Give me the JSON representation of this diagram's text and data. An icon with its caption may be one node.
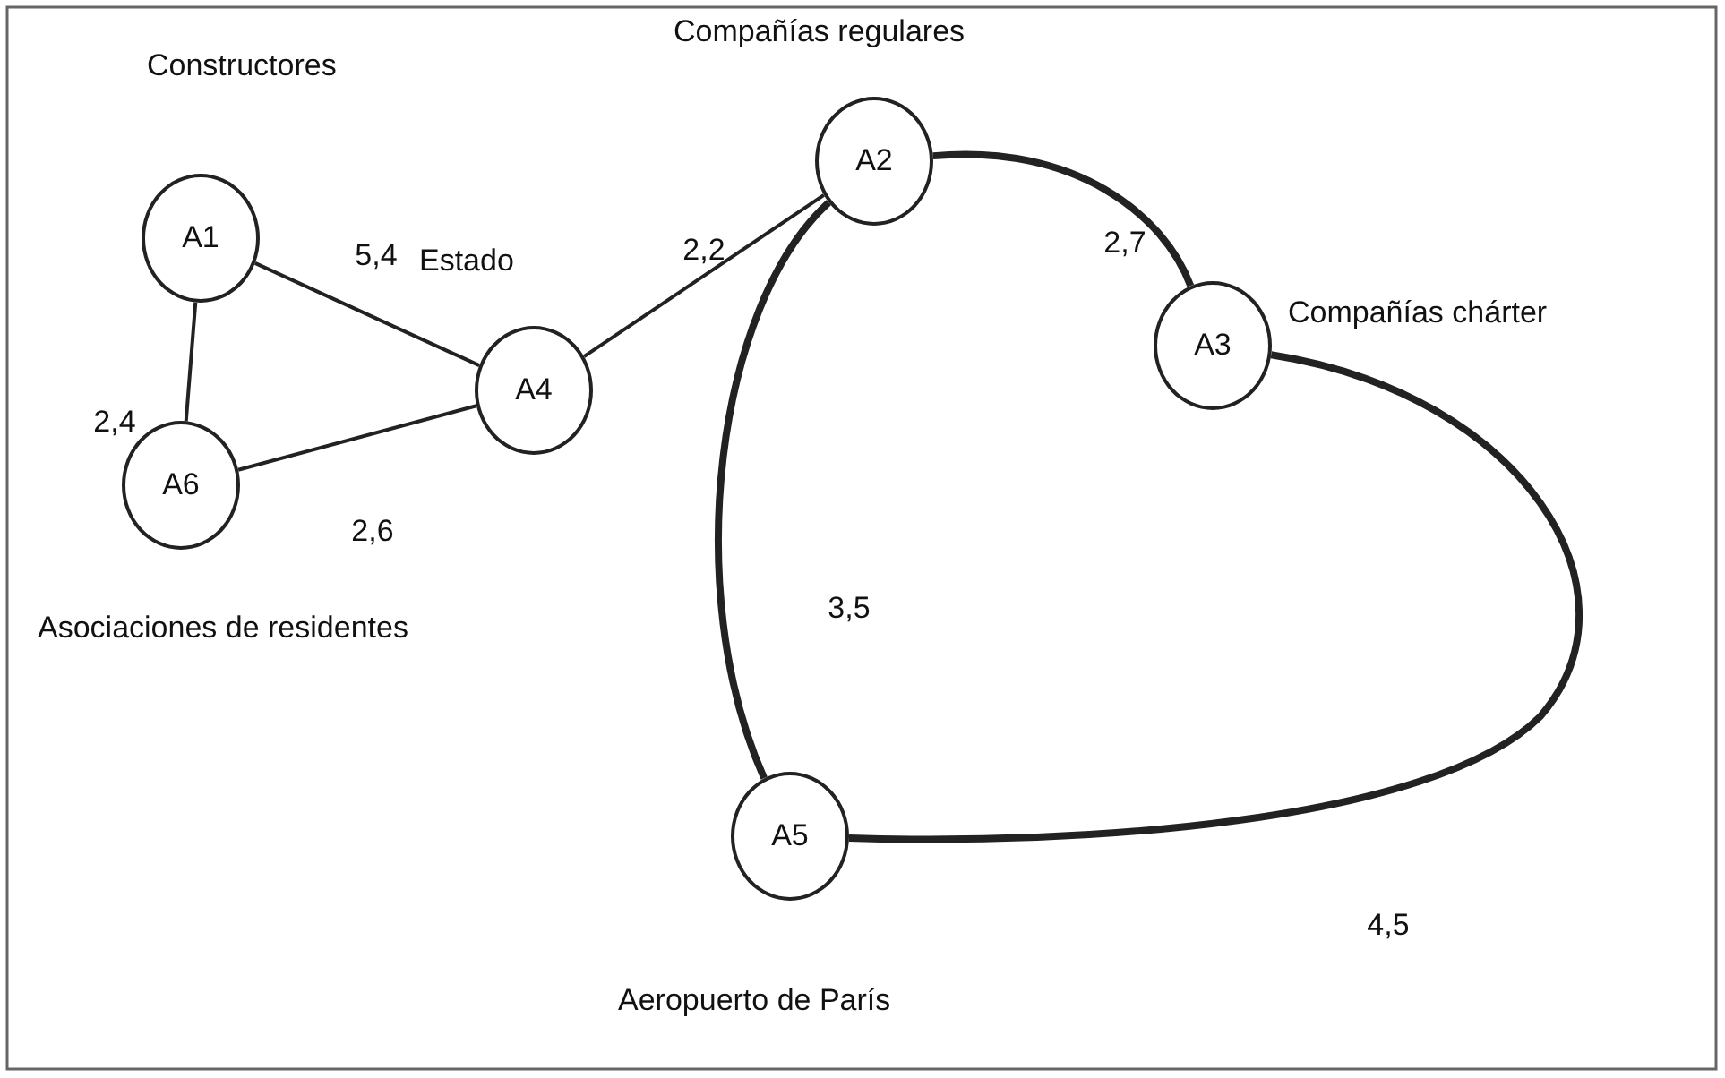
{
  "diagram": {
    "nodes": [
      {
        "text": [
          "A1"
        ],
        "beside": [
          "Constructores"
        ]
      },
      {
        "text": [
          "A2"
        ],
        "beside": [
          "Compañías regulares"
        ]
      },
      {
        "text": [
          "A3"
        ],
        "beside": [
          "Compañías chárter"
        ]
      },
      {
        "text": [
          "A4"
        ],
        "beside": [
          "Estado"
        ]
      },
      {
        "text": [
          "A5"
        ],
        "beside": [
          "Aeropuerto de París"
        ]
      },
      {
        "text": [
          "A6"
        ],
        "beside": [
          "Asociaciones de residentes"
        ]
      }
    ],
    "edges": [
      {
        "from": 0,
        "to": 3,
        "arrow": "none",
        "label": "5,4"
      },
      {
        "from": 0,
        "to": 5,
        "arrow": "none",
        "label": "2,4"
      },
      {
        "from": 5,
        "to": 3,
        "arrow": "none",
        "label": "2,6"
      },
      {
        "from": 3,
        "to": 1,
        "arrow": "none",
        "label": "2,2"
      },
      {
        "from": 1,
        "to": 2,
        "arrow": "none",
        "label": "2,7",
        "style": "thick"
      },
      {
        "from": 1,
        "to": 4,
        "arrow": "none",
        "label": "3,5",
        "style": "thick"
      },
      {
        "from": 2,
        "to": 4,
        "arrow": "none",
        "label": "4,5",
        "style": "thick"
      }
    ]
  }
}
